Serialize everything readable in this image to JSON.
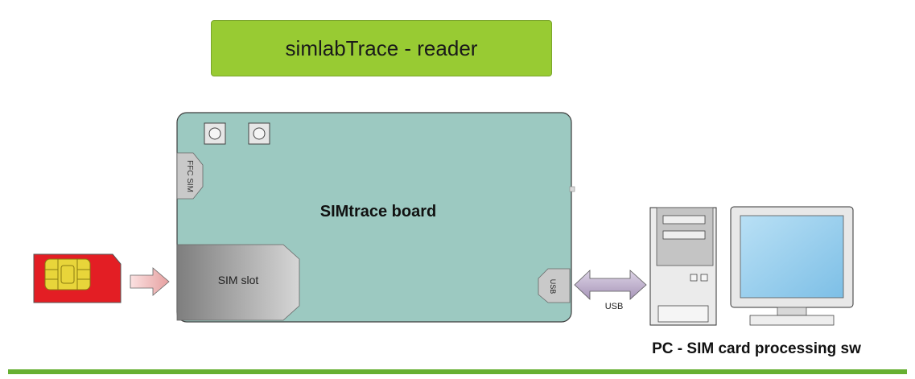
{
  "title": "simlabTrace - reader",
  "board": {
    "label": "SIMtrace board",
    "sim_slot_label": "SIM slot",
    "ffc_label": "FFC SIM",
    "usb_port_label": "USB"
  },
  "connection": {
    "label": "USB"
  },
  "pc": {
    "label": "PC - SIM card processing sw"
  },
  "colors": {
    "title_bg": "#98cb33",
    "board": "#9cc9c1",
    "sim_card": "#e31e24",
    "chip": "#e8d53a",
    "monitor_screen": "#9fd0ee",
    "bottom_line": "#66b032"
  },
  "icons": [
    "sim-card-icon",
    "arrow-right-icon",
    "double-arrow-icon",
    "pc-tower-icon",
    "monitor-icon"
  ]
}
